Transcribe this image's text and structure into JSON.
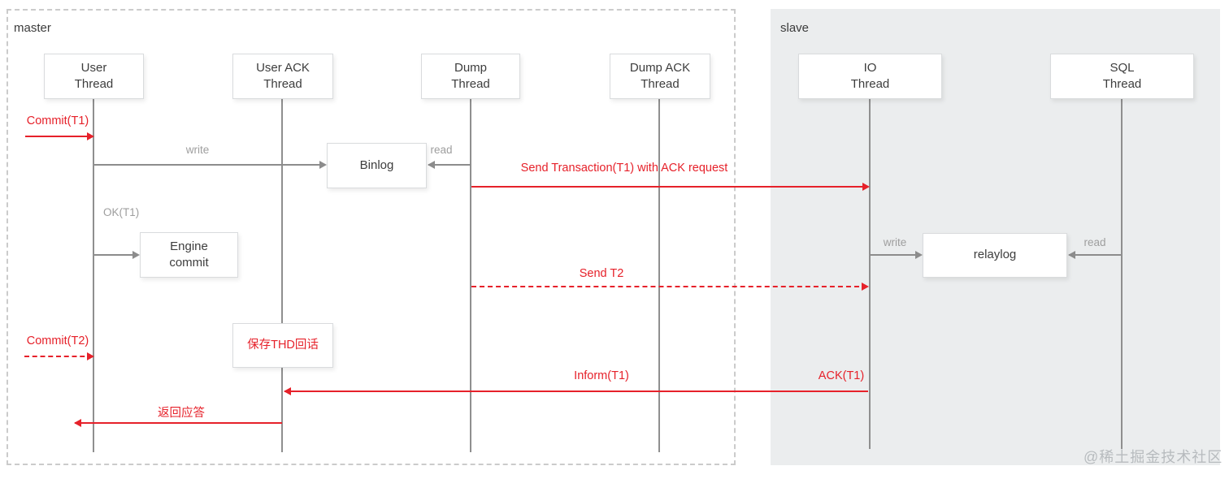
{
  "regions": {
    "master": "master",
    "slave": "slave"
  },
  "threads": {
    "user": "User\nThread",
    "user_ack": "User ACK\nThread",
    "dump": "Dump\nThread",
    "dump_ack": "Dump ACK\nThread",
    "io": "IO\nThread",
    "sql": "SQL\nThread"
  },
  "nodes": {
    "binlog": "Binlog",
    "engine_commit": "Engine\ncommit",
    "relaylog": "relaylog",
    "save_thd": "保存THD回话"
  },
  "messages": {
    "commit_t1": "Commit(T1)",
    "write_binlog": "write",
    "read_binlog": "read",
    "send_transaction_t1": "Send Transaction(T1) with ACK request",
    "ok_t1": "OK(T1)",
    "send_t2": "Send T2",
    "write_relaylog": "write",
    "read_relaylog": "read",
    "commit_t2": "Commit(T2)",
    "inform_t1": "Inform(T1)",
    "ack_t1": "ACK(T1)",
    "return_reply": "返回应答"
  },
  "watermark": "@稀土掘金技术社区",
  "colors": {
    "accent_red": "#e6212a",
    "line_gray": "#8c8c8c",
    "slave_bg": "#ebedee"
  }
}
